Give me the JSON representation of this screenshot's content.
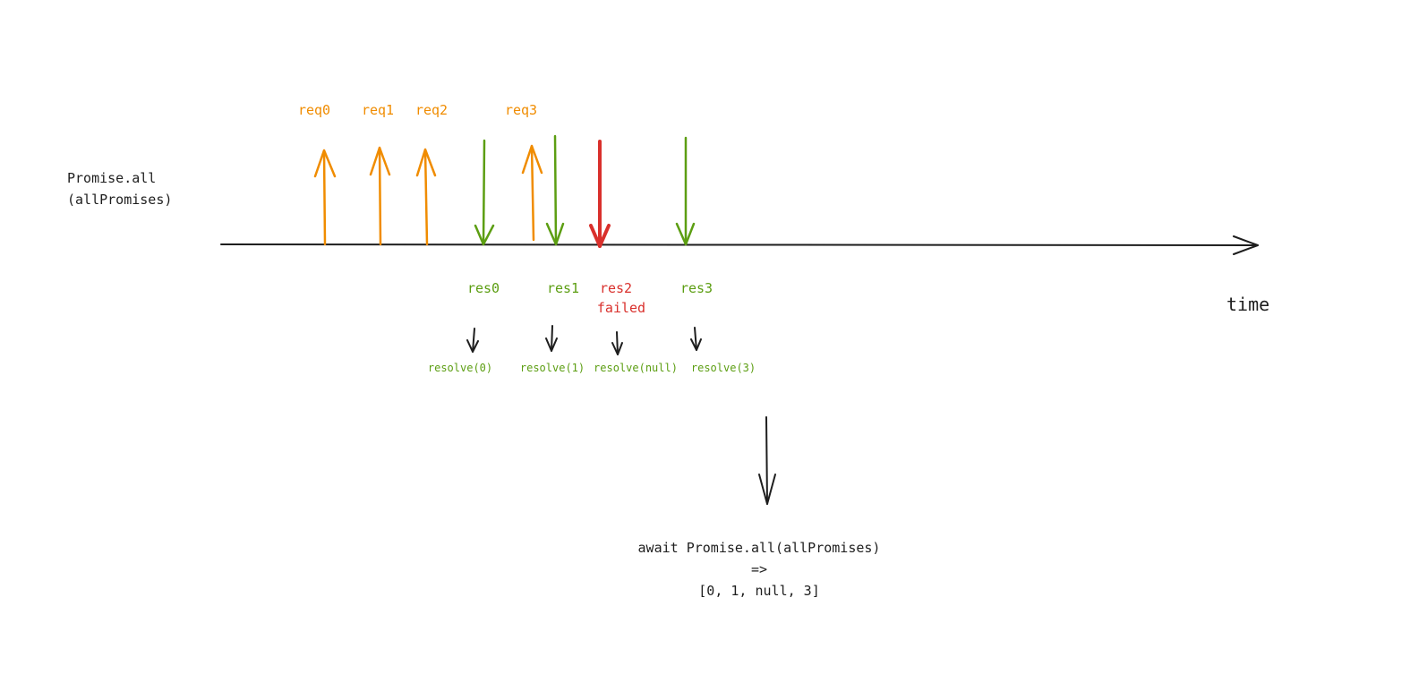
{
  "left_label": {
    "line1": "Promise.all",
    "line2": "(allPromises)"
  },
  "axis_label": "time",
  "requests": [
    "req0",
    "req1",
    "req2",
    "req3"
  ],
  "responses": [
    {
      "label": "res0",
      "status": "ok",
      "result": "resolve(0)"
    },
    {
      "label": "res1",
      "status": "ok",
      "result": "resolve(1)"
    },
    {
      "label": "res2",
      "status": "failed",
      "status_label": "failed",
      "result": "resolve(null)"
    },
    {
      "label": "res3",
      "status": "ok",
      "result": "resolve(3)"
    }
  ],
  "outcome": {
    "line1": "await Promise.all(allPromises)",
    "line2": "=>",
    "line3": "[0, 1, null, 3]"
  },
  "colors": {
    "request": "#f08c00",
    "success": "#5c9e12",
    "failure": "#d9302c",
    "ink": "#1e1e1e"
  }
}
